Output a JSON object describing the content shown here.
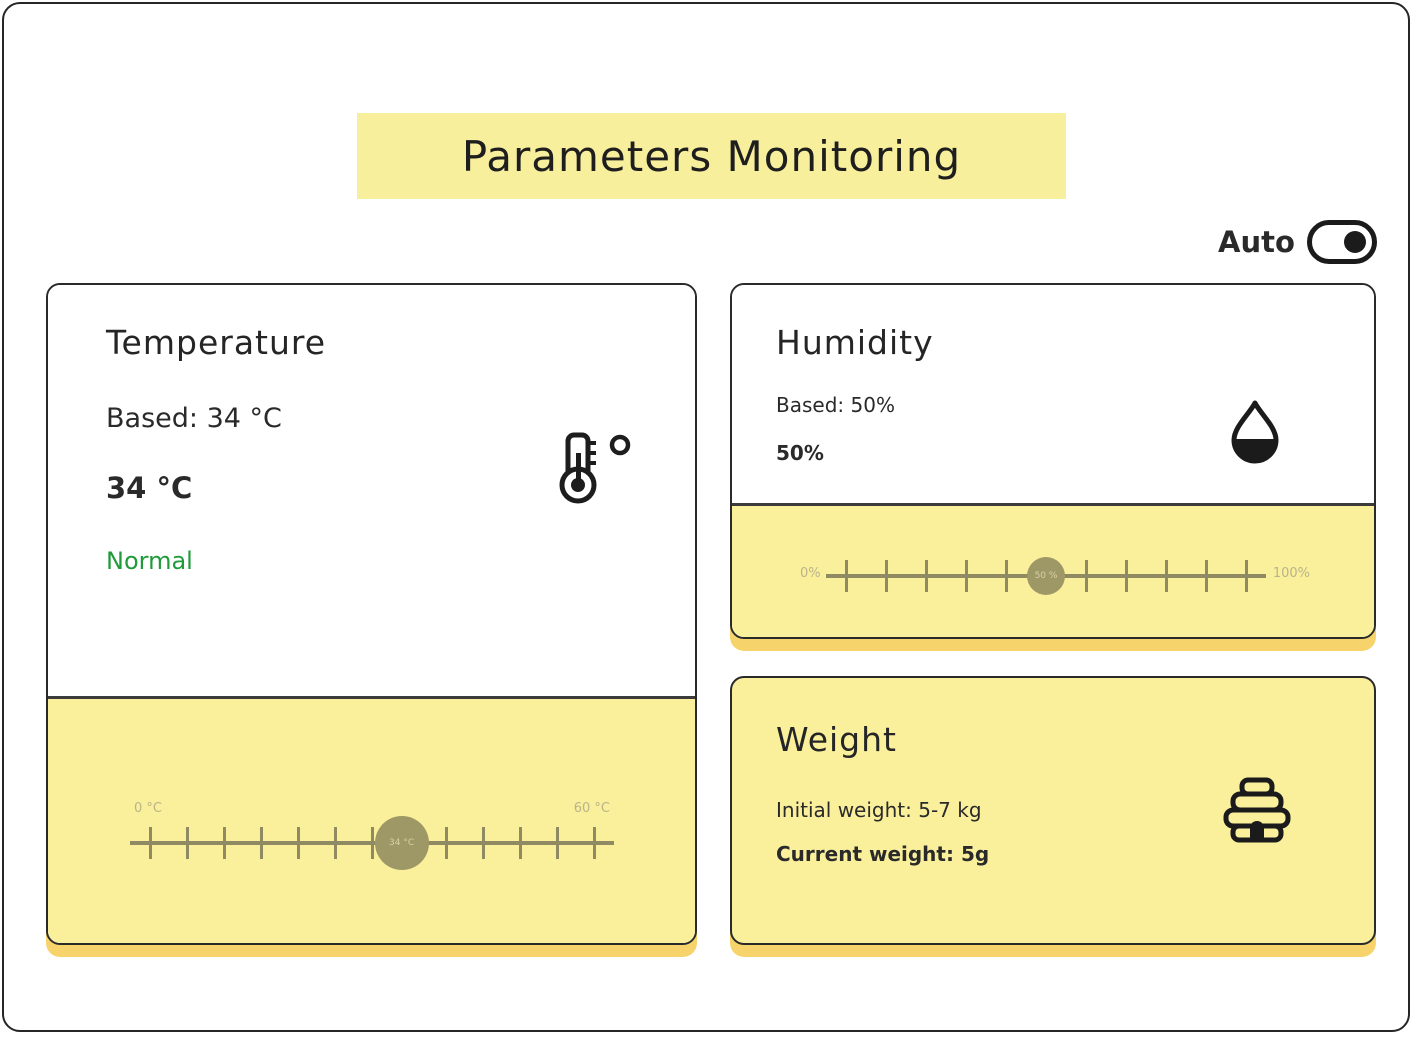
{
  "page": {
    "title": "Parameters Monitoring",
    "auto_label": "Auto",
    "auto_enabled": true
  },
  "temperature": {
    "title": "Temperature",
    "based": "Based: 34  °C",
    "current": "34 °C",
    "status": "Normal",
    "status_color": "#1f9b3a",
    "icon": "thermometer-icon",
    "slider": {
      "min_label": "0 °C",
      "max_label": "60 °C",
      "value_label": "34 °C",
      "min": 0,
      "max": 60,
      "value": 34
    }
  },
  "humidity": {
    "title": "Humidity",
    "based": "Based: 50%",
    "current": "50%",
    "icon": "water-drop-icon",
    "slider": {
      "min_label": "0%",
      "max_label": "100%",
      "value_label": "50 %",
      "min": 0,
      "max": 100,
      "value": 50
    }
  },
  "weight": {
    "title": "Weight",
    "initial_label": "Initial weight:  5-7 kg",
    "current_label": "Current weight:  5g",
    "icon": "beehive-icon"
  },
  "colors": {
    "accent_yellow": "#f8ef9c",
    "shadow_yellow": "#f7d46b",
    "status_green": "#1f9b3a"
  }
}
